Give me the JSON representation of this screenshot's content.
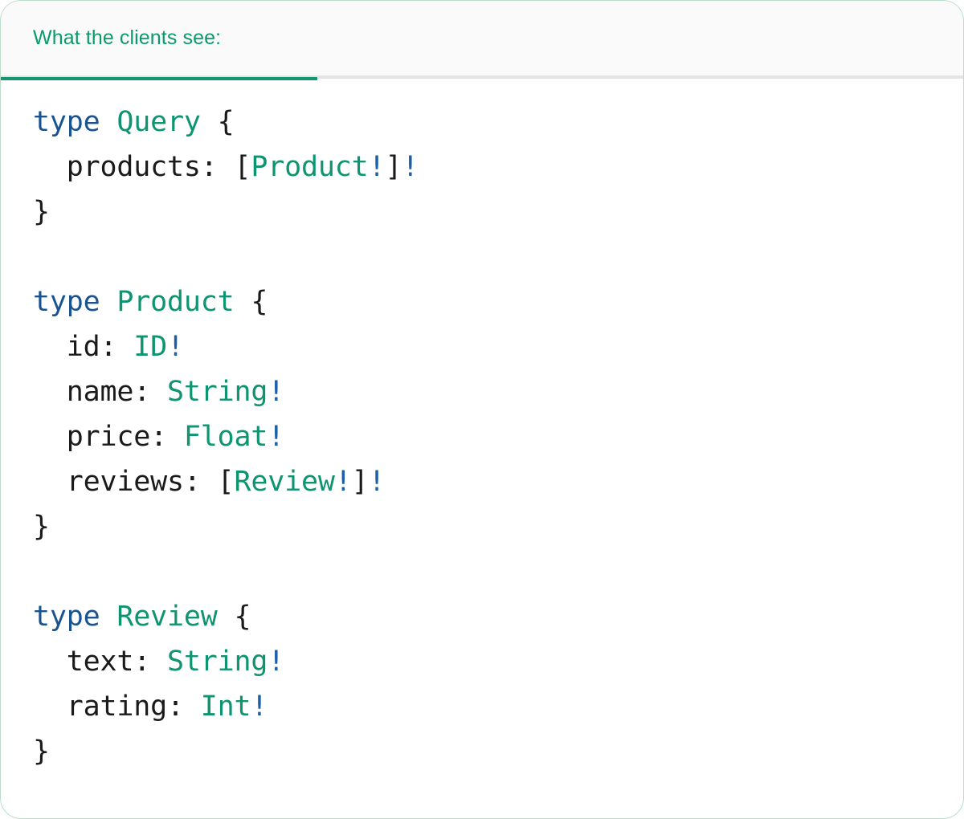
{
  "card": {
    "border_color": "#b9dfcb",
    "background": "#ffffff"
  },
  "header": {
    "background": "#fafafa",
    "tab_label": "What the clients see:",
    "tab_active": true,
    "accent_color": "#0b9a6d",
    "underline_color": "#149672",
    "divider_color": "#e4e4e4"
  },
  "palette": {
    "keyword": "#1a5490",
    "type": "#0e9470",
    "field": "#1a1a1a",
    "punctuation": "#1a1a1a",
    "bang": "#1a5fa8"
  },
  "code": {
    "language": "graphql",
    "types": [
      {
        "keyword": "type",
        "name": "Query",
        "open": " {",
        "close": "}",
        "fields": [
          {
            "indent": "  ",
            "name": "products",
            "sep": ": ",
            "open_bracket": "[",
            "type": "Product",
            "inner_bang": "!",
            "close_bracket": "]",
            "outer_bang": "!"
          }
        ]
      },
      {
        "keyword": "type",
        "name": "Product",
        "open": " {",
        "close": "}",
        "fields": [
          {
            "indent": "  ",
            "name": "id",
            "sep": ": ",
            "open_bracket": "",
            "type": "ID",
            "inner_bang": "!",
            "close_bracket": "",
            "outer_bang": ""
          },
          {
            "indent": "  ",
            "name": "name",
            "sep": ": ",
            "open_bracket": "",
            "type": "String",
            "inner_bang": "!",
            "close_bracket": "",
            "outer_bang": ""
          },
          {
            "indent": "  ",
            "name": "price",
            "sep": ": ",
            "open_bracket": "",
            "type": "Float",
            "inner_bang": "!",
            "close_bracket": "",
            "outer_bang": ""
          },
          {
            "indent": "  ",
            "name": "reviews",
            "sep": ": ",
            "open_bracket": "[",
            "type": "Review",
            "inner_bang": "!",
            "close_bracket": "]",
            "outer_bang": "!"
          }
        ]
      },
      {
        "keyword": "type",
        "name": "Review",
        "open": " {",
        "close": "}",
        "fields": [
          {
            "indent": "  ",
            "name": "text",
            "sep": ": ",
            "open_bracket": "",
            "type": "String",
            "inner_bang": "!",
            "close_bracket": "",
            "outer_bang": ""
          },
          {
            "indent": "  ",
            "name": "rating",
            "sep": ": ",
            "open_bracket": "",
            "type": "Int",
            "inner_bang": "!",
            "close_bracket": "",
            "outer_bang": ""
          }
        ]
      }
    ]
  }
}
